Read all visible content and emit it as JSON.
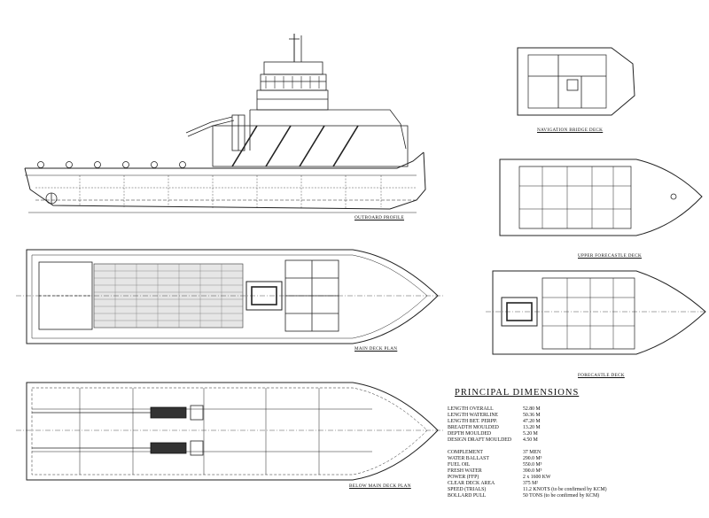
{
  "labels": {
    "outboard_profile": "OUTBOARD PROFILE",
    "main_deck_plan": "MAIN DECK PLAN",
    "below_main_deck_plan": "BELOW MAIN DECK PLAN",
    "navigation_bridge_deck": "NAVIGATION BRIDGE DECK",
    "upper_forecastle_deck": "UPPER FORECASTLE DECK",
    "forecastle_deck": "FORECASTLE DECK"
  },
  "principal_dimensions": {
    "title": "PRINCIPAL DIMENSIONS",
    "group1": [
      {
        "label": "LENGTH OVERALL",
        "value": "52.80 M"
      },
      {
        "label": "LENGTH WATERLINE",
        "value": "50.36 M"
      },
      {
        "label": "LENGTH BET. PERPP.",
        "value": "47.20 M"
      },
      {
        "label": "BREADTH MOULDED",
        "value": "13.20 M"
      },
      {
        "label": "DEPTH MOULDED",
        "value": "5.20 M"
      },
      {
        "label": "DESIGN DRAFT MOULDED",
        "value": "4.50 M"
      }
    ],
    "group2": [
      {
        "label": "COMPLEMENT",
        "value": "37 MEN"
      },
      {
        "label": "WATER BALLAST",
        "value": "290.0 M³"
      },
      {
        "label": "FUEL OIL",
        "value": "550.0 M³"
      },
      {
        "label": "FRESH WATER",
        "value": "390.0 M³"
      },
      {
        "label": "POWER (FFP)",
        "value": "2 x 1600 KW"
      },
      {
        "label": "CLEAR DECK AREA",
        "value": "375 M²"
      },
      {
        "label": "SPEED (TRIALS)",
        "value": "11.2 KNOTS (to be confirmed by KCM)"
      },
      {
        "label": "BOLLARD PULL",
        "value": "50 TONS (to be confirmed by KCM)"
      }
    ]
  }
}
